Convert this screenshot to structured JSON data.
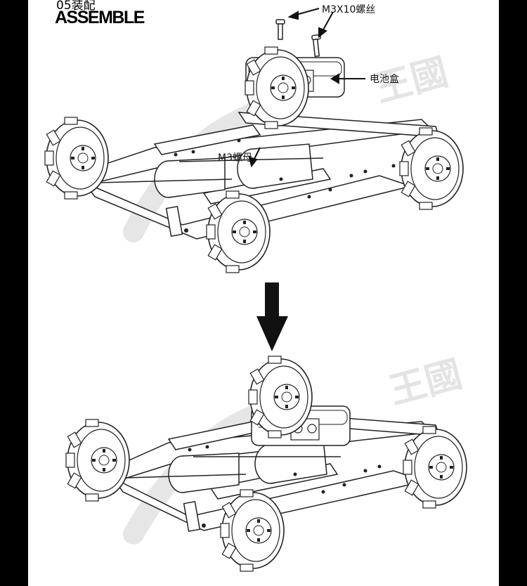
{
  "header": {
    "step": "05装配",
    "title": "ASSEMBLE"
  },
  "callouts": {
    "screw": "M3X10螺丝",
    "battery_box": "电池盒",
    "nut": "M3螺母"
  },
  "colors": {
    "background": "#000000",
    "page": "#ffffff",
    "line": "#222222",
    "watermark": "#e6e6e6"
  },
  "watermark": {
    "text": "王國"
  }
}
